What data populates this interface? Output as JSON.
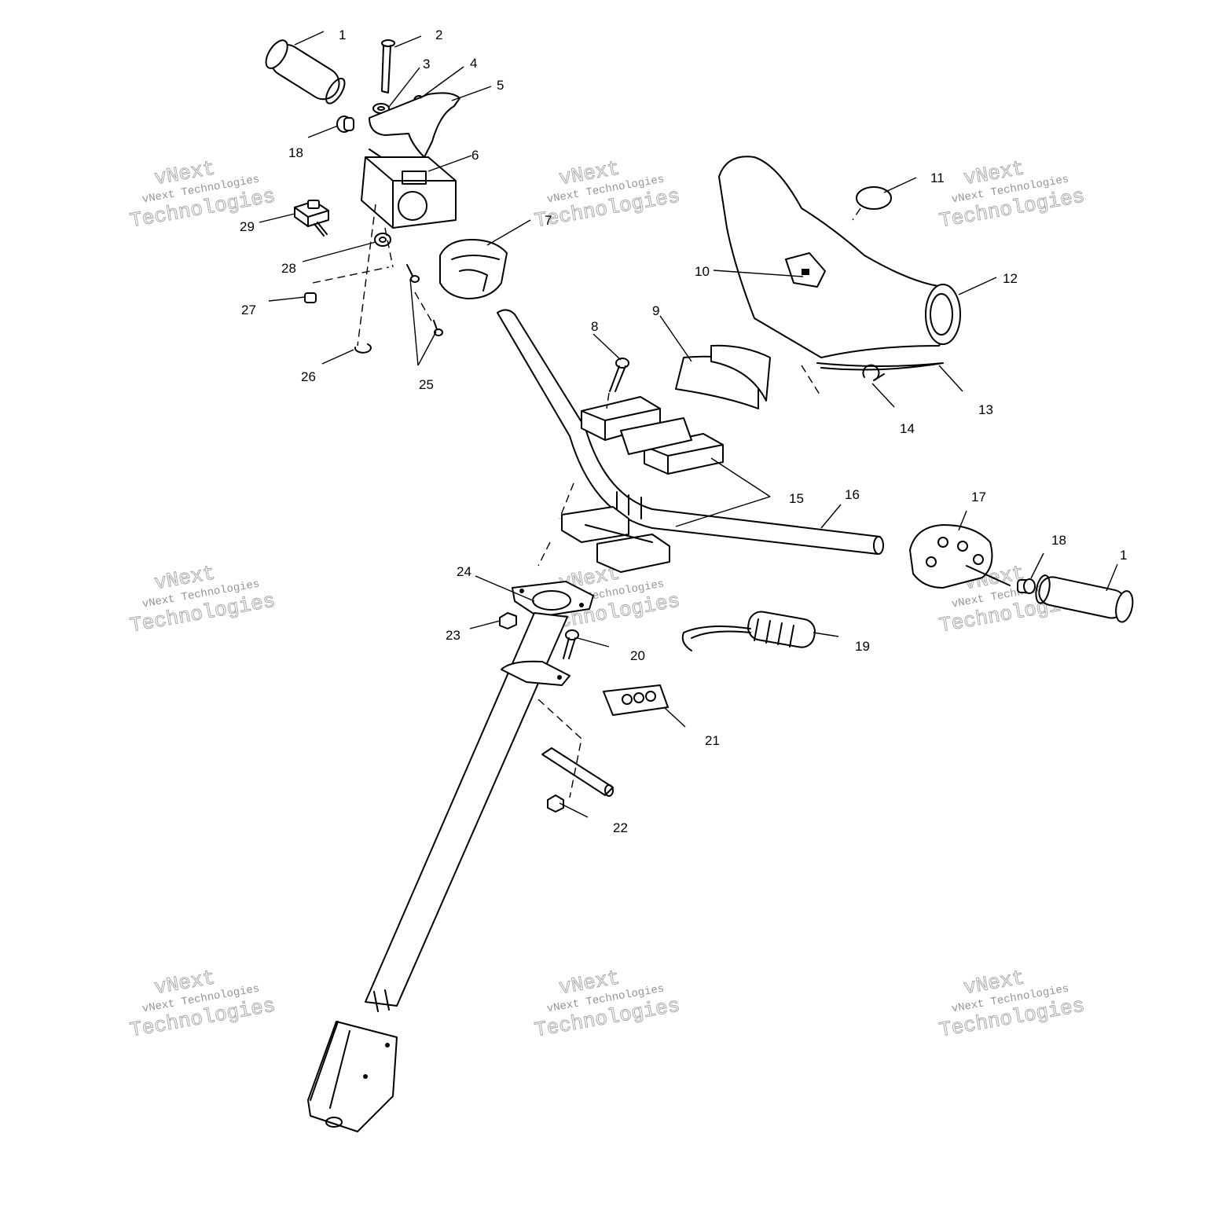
{
  "callouts": [
    {
      "id": "c1a",
      "text": "1"
    },
    {
      "id": "c2",
      "text": "2"
    },
    {
      "id": "c3",
      "text": "3"
    },
    {
      "id": "c4",
      "text": "4"
    },
    {
      "id": "c5",
      "text": "5"
    },
    {
      "id": "c6",
      "text": "6"
    },
    {
      "id": "c7",
      "text": "7"
    },
    {
      "id": "c8",
      "text": "8"
    },
    {
      "id": "c9",
      "text": "9"
    },
    {
      "id": "c10",
      "text": "10"
    },
    {
      "id": "c11",
      "text": "11"
    },
    {
      "id": "c12",
      "text": "12"
    },
    {
      "id": "c13",
      "text": "13"
    },
    {
      "id": "c14",
      "text": "14"
    },
    {
      "id": "c15",
      "text": "15"
    },
    {
      "id": "c16",
      "text": "16"
    },
    {
      "id": "c17",
      "text": "17"
    },
    {
      "id": "c18a",
      "text": "18"
    },
    {
      "id": "c18b",
      "text": "18"
    },
    {
      "id": "c1b",
      "text": "1"
    },
    {
      "id": "c19",
      "text": "19"
    },
    {
      "id": "c20",
      "text": "20"
    },
    {
      "id": "c21",
      "text": "21"
    },
    {
      "id": "c22",
      "text": "22"
    },
    {
      "id": "c23",
      "text": "23"
    },
    {
      "id": "c24",
      "text": "24"
    },
    {
      "id": "c25",
      "text": "25"
    },
    {
      "id": "c26",
      "text": "26"
    },
    {
      "id": "c27",
      "text": "27"
    },
    {
      "id": "c28",
      "text": "28"
    },
    {
      "id": "c29",
      "text": "29"
    }
  ],
  "watermark": {
    "brand": "vNext",
    "company_line": "vNext Technologies",
    "big_line": "Technologies"
  }
}
